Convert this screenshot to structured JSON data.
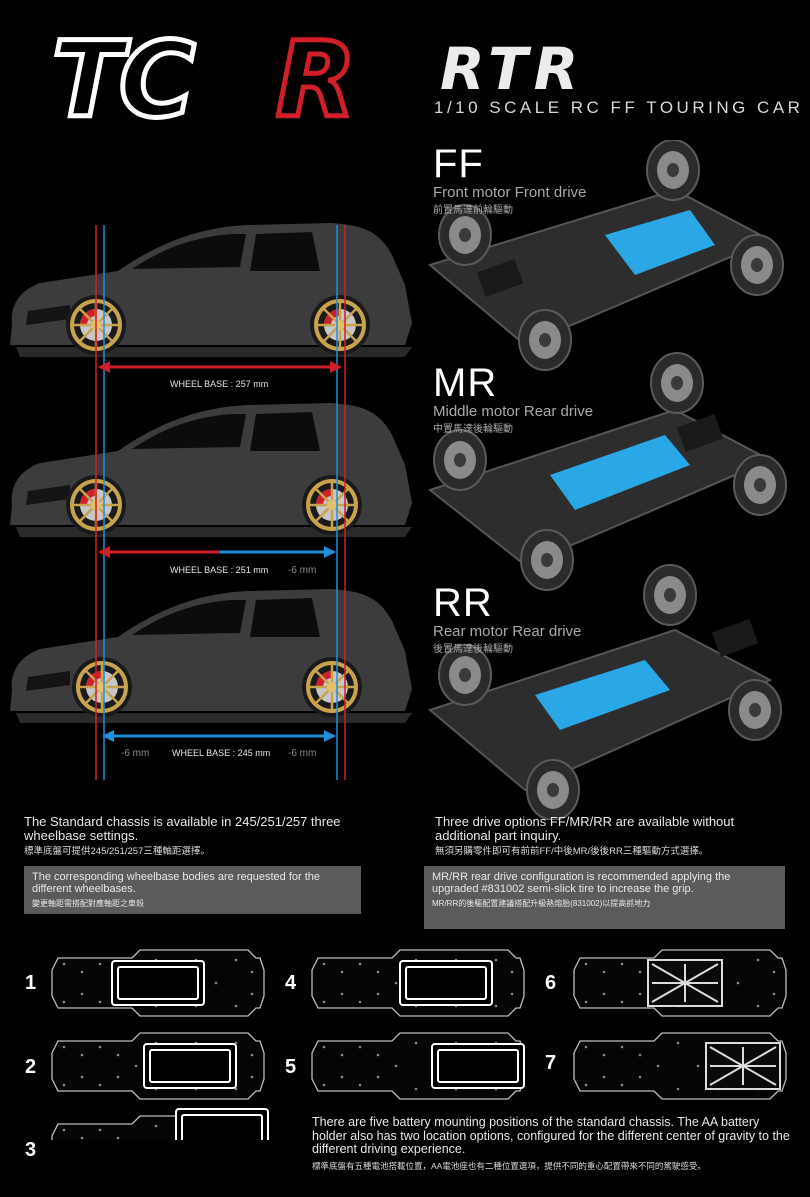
{
  "header": {
    "logo_text": "TCR",
    "logo_rtr": "RTR",
    "tagline": "1/10 SCALE RC FF TOURING CAR"
  },
  "drives": [
    {
      "code": "FF",
      "desc": "Front motor Front drive",
      "desc_zh": "前置馬達前輪驅動"
    },
    {
      "code": "MR",
      "desc": "Middle motor Rear drive",
      "desc_zh": "中置馬達後輪驅動"
    },
    {
      "code": "RR",
      "desc": "Rear motor Rear drive",
      "desc_zh": "後置馬達後輪驅動"
    }
  ],
  "wheelbases": [
    {
      "label": "WHEEL BASE : 257 mm",
      "left_offset": "",
      "right_offset": ""
    },
    {
      "label": "WHEEL BASE : 251 mm",
      "left_offset": "",
      "right_offset": "-6 mm"
    },
    {
      "label": "WHEEL BASE : 245 mm",
      "left_offset": "-6 mm",
      "right_offset": "-6 mm"
    }
  ],
  "left_info": {
    "title": "The Standard chassis is available in 245/251/257 three wheelbase settings.",
    "title_zh": "標準底盤可提供245/251/257三種軸距選擇。",
    "note": "The corresponding wheelbase bodies are requested for the different wheelbases.",
    "note_zh": "變更軸距需搭配對應軸距之車殼"
  },
  "right_info": {
    "title": "Three drive options FF/MR/RR are available without additional part inquiry.",
    "title_zh": "無須另購零件即可有前前FF/中後MR/後後RR三種驅動方式選擇。",
    "note": "MR/RR rear drive configuration is recommended applying the upgraded #831002 semi-slick tire to increase the grip.",
    "note_zh": "MR/RR的後驅配置建議搭配升級熱熔胎(831002)以提高抓地力"
  },
  "positions": [
    "1",
    "2",
    "3",
    "4",
    "5",
    "6",
    "7"
  ],
  "footer": {
    "text": "There are five battery mounting positions of the standard chassis. The AA battery holder also has two location options, configured for the different center of gravity to the different driving experience.",
    "text_zh": "標準底盤有五種電池搭載位置，AA電池座也有二種位置選項，提供不同的重心配置帶來不同的駕駛感受。"
  },
  "colors": {
    "accent_red": "#d11f2a",
    "accent_blue": "#1e8fd8",
    "chassis_blue": "#2aa8e6",
    "note_bg": "#5b5b5b"
  }
}
